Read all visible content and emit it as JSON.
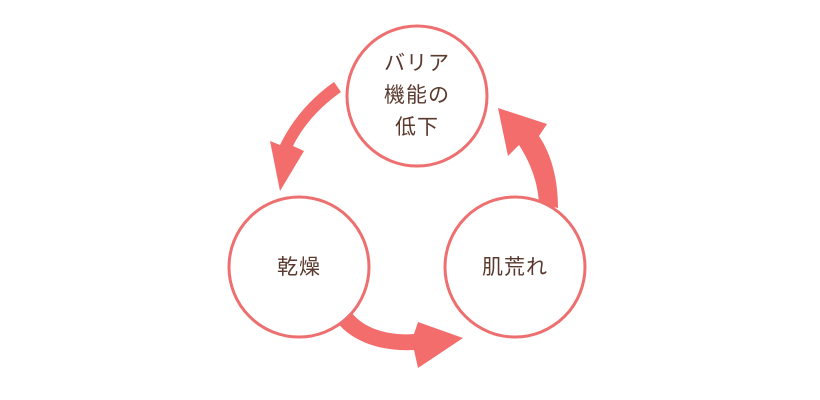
{
  "nodes": {
    "barrier": {
      "lines": [
        "バリア",
        "機能の",
        "低下"
      ]
    },
    "dryness": {
      "lines": [
        "乾燥"
      ]
    },
    "skin": {
      "lines": [
        "肌荒れ"
      ]
    }
  },
  "colors": {
    "circle_stroke": "#ee6f6f",
    "arrow_fill": "#f46d6d",
    "text": "#5a3a2e"
  }
}
